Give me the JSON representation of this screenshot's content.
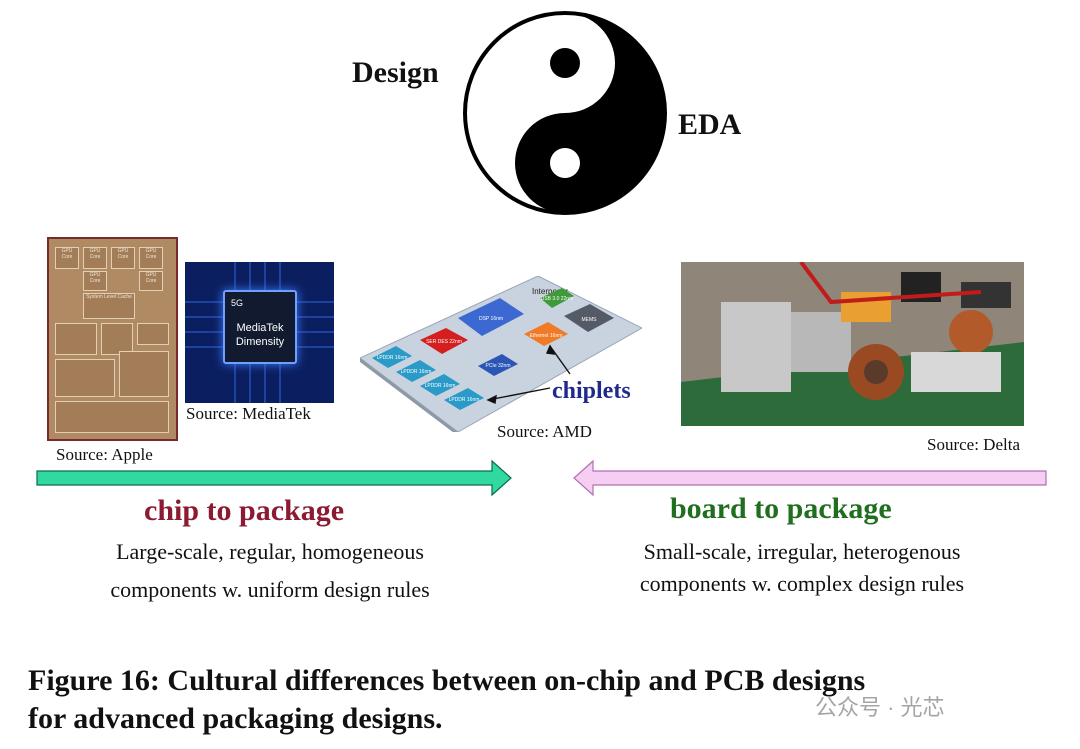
{
  "labels": {
    "design": "Design",
    "eda": "EDA"
  },
  "apple_die_blocks": [
    "GPU Core",
    "GPU Core",
    "GPU Core",
    "GPU Core",
    "GPU Core",
    "GPU Core",
    "System Level Cache"
  ],
  "mediatek": {
    "badge": "5G",
    "line1": "MediaTek",
    "line2": "Dimensity"
  },
  "amd_blocks": {
    "interposer": "Interposer",
    "usb": "USB 3.0 22nm",
    "dsp": "DSP 16nm",
    "mems": "MEMS",
    "serdes": "SER DES 22nm",
    "lpddr1": "LPDDR 16nm",
    "lpddr2": "LPDDR 16nm",
    "lpddr3": "LPDDR 16nm",
    "lpddr4": "LPDDR 16nm",
    "pcie": "PCIe 32nm",
    "ethernet": "Ethernet 16nm"
  },
  "chiplets_label": "chiplets",
  "sources": {
    "apple": "Source: Apple",
    "mediatek": "Source: MediaTek",
    "amd": "Source: AMD",
    "delta": "Source: Delta"
  },
  "left_side": {
    "title": "chip to package",
    "desc_line1": "Large-scale, regular, homogeneous",
    "desc_line2": "components w. uniform design rules",
    "arrow_color": "#2fd9a0"
  },
  "right_side": {
    "title": "board to package",
    "desc_line1": "Small-scale, irregular, heterogenous",
    "desc_line2": "components w. complex design rules",
    "arrow_color": "#f6cdf3"
  },
  "caption": {
    "line1": "Figure 16: Cultural differences between on-chip and PCB designs",
    "line2": "for advanced packaging designs."
  },
  "watermark": "公众号 · 光芯",
  "colors": {
    "chip_title": "#8b1a32",
    "board_title": "#1f6f1f",
    "chiplets": "#1f2a8c"
  }
}
